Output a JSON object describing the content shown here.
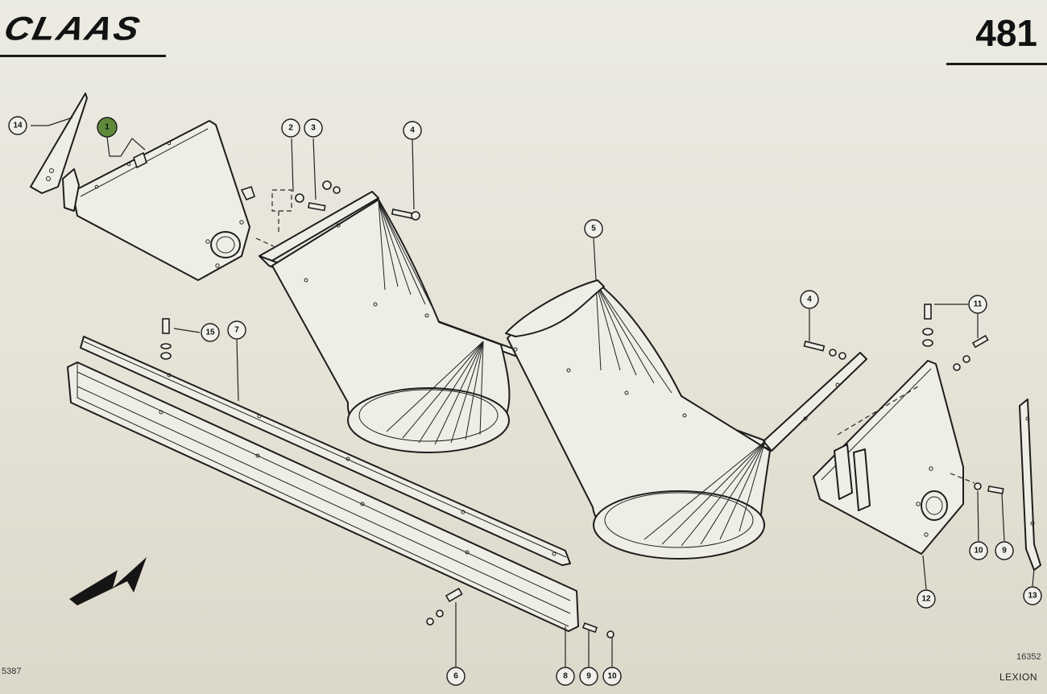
{
  "header": {
    "logo_text": "CLAAS",
    "page_number": "481"
  },
  "footer": {
    "drawing_number_left": "5387",
    "drawing_number_right": "16352",
    "model": "LEXION"
  },
  "highlight_color": "#5f8a3c",
  "icons": {
    "direction_arrow": "travel-direction-arrow-icon"
  },
  "callouts": {
    "c1": "1",
    "c2": "2",
    "c3": "3",
    "c4a": "4",
    "c4b": "4",
    "c5": "5",
    "c6": "6",
    "c7": "7",
    "c8": "8",
    "c9a": "9",
    "c9b": "9",
    "c10a": "10",
    "c10b": "10",
    "c11": "11",
    "c12": "12",
    "c13": "13",
    "c14": "14",
    "c15": "15"
  }
}
